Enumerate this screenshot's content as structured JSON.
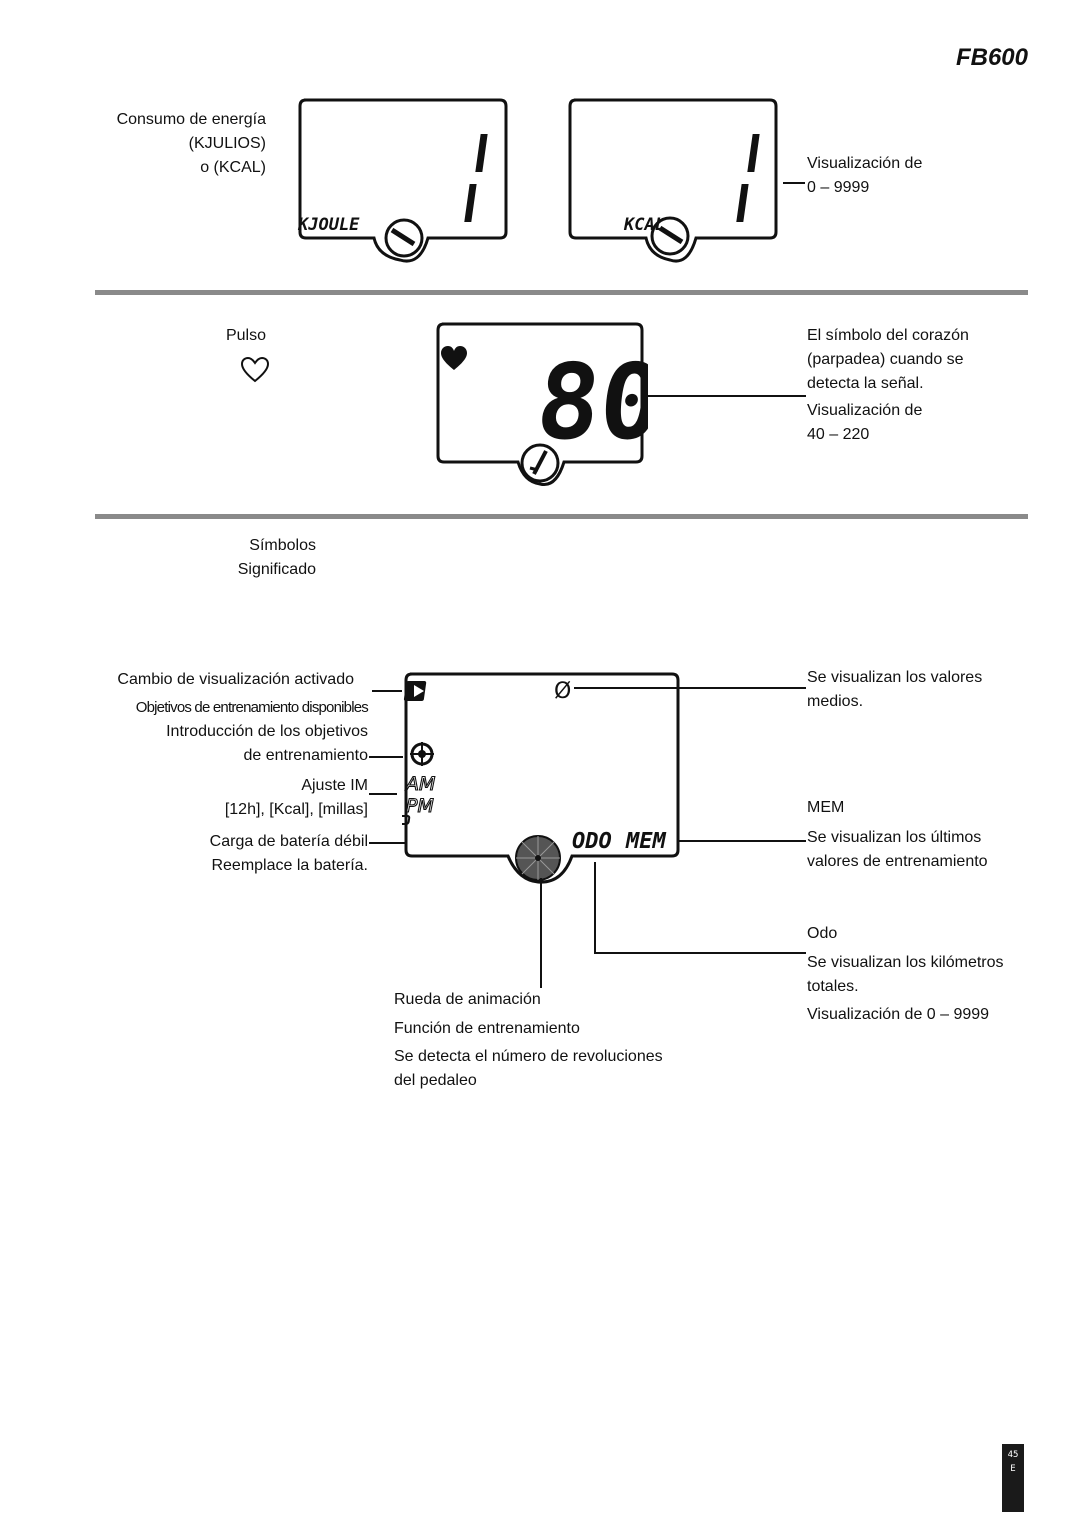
{
  "header": {
    "model": "FB600"
  },
  "energy": {
    "label_lines": [
      "Consumo de energía",
      "(KJULIOS)",
      "o (KCAL)"
    ],
    "lcd_left_unit": "KJOULE",
    "lcd_right_unit": "KCAL",
    "lcd_digit": "1",
    "range_lines": [
      "Visualización de",
      "0 – 9999"
    ]
  },
  "pulse": {
    "label": "Pulso",
    "lcd_value": "80",
    "description_lines": [
      "El símbolo del corazón",
      "(parpadea) cuando se",
      "detecta la señal."
    ],
    "range_lines": [
      "Visualización de",
      "40 – 220"
    ]
  },
  "symbols": {
    "header_symbols": "Símbolos",
    "header_meaning": "Significado",
    "left_labels": {
      "display_change": "Cambio de visualización activado",
      "targets_available": "Objetivos de entrenamiento disponibles",
      "targets_input_lines": [
        "Introducción de los objetivos",
        "de entrenamiento"
      ],
      "im_setting_lines": [
        "Ajuste IM",
        "[12h], [Kcal], [millas]"
      ],
      "battery_lines": [
        "Carga de batería débil",
        "Reemplace la batería."
      ]
    },
    "lcd": {
      "am": "AM",
      "pm": "PM",
      "odo": "ODO",
      "mem": "MEM",
      "avg_symbol": "Ø"
    },
    "right_labels": {
      "avg_lines": [
        "Se visualizan los valores",
        "medios."
      ],
      "mem_title": "MEM",
      "mem_lines": [
        "Se visualizan los últimos",
        "valores de entrenamiento"
      ],
      "odo_title": "Odo",
      "odo_lines": [
        "Se visualizan los kilómetros",
        "totales."
      ],
      "odo_range": "Visualización de 0 – 9999"
    },
    "bottom_labels": {
      "wheel": "Rueda de animación",
      "function": "Función de entrenamiento",
      "rpm_lines": [
        "Se detecta el número de revoluciones",
        "del pedaleo"
      ]
    }
  },
  "footer": {
    "page_number": "45",
    "language": "E"
  }
}
